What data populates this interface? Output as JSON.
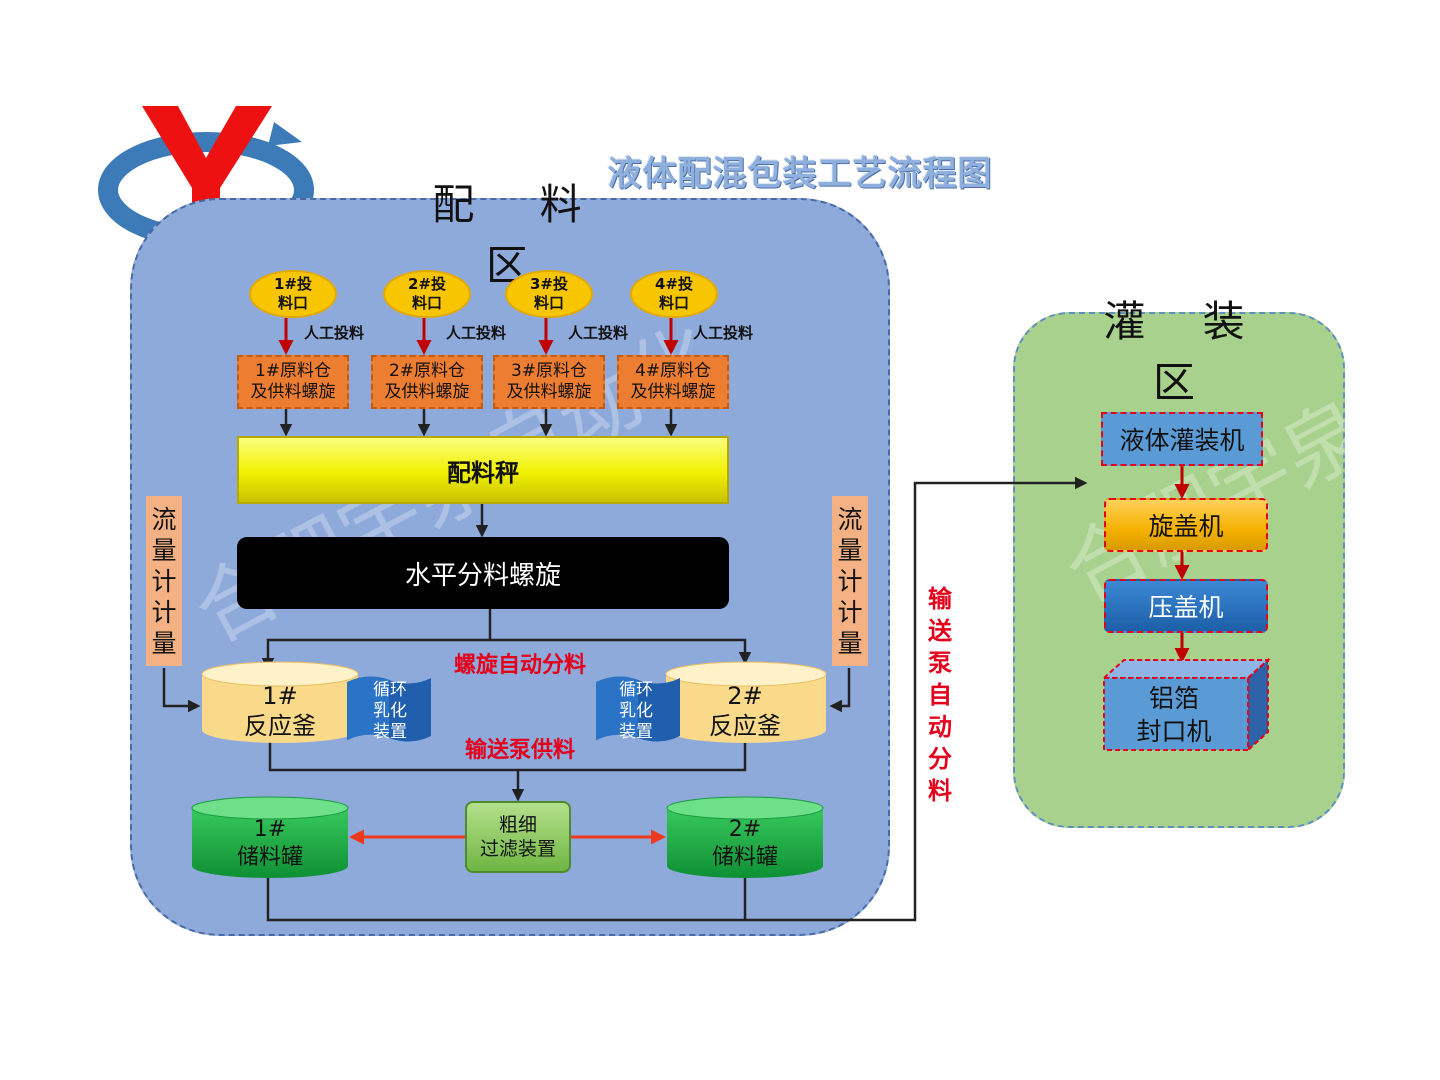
{
  "title": "液体配混包装工艺流程图",
  "watermark": "合肥宇泉自动化",
  "zones": {
    "peiliao": "配 料 区",
    "guanzhuang": "灌 装 区"
  },
  "feed_ports": [
    "1#投\n料口",
    "2#投\n料口",
    "3#投\n料口",
    "4#投\n料口"
  ],
  "manual_label": "人工投料",
  "silos": [
    "1#原料仓\n及供料螺旋",
    "2#原料仓\n及供料螺旋",
    "3#原料仓\n及供料螺旋",
    "4#原料仓\n及供料螺旋"
  ],
  "scale": "配料秤",
  "splitter": "水平分料螺旋",
  "flowmeter": "流\n量\n计\n计\n量",
  "auto_distribution": "螺旋自动分料",
  "reactors": [
    "1#\n反应釜",
    "2#\n反应釜"
  ],
  "emulsifier": "循环\n乳化\n装置",
  "pump_feed": "输送泵供料",
  "tanks": [
    "1#\n储料罐",
    "2#\n储料罐"
  ],
  "filter": "粗细\n过滤装置",
  "pump_auto": "输\n送\n泵\n自\n动\n分\n料",
  "filling": {
    "filler": "液体灌装机",
    "capper": "旋盖机",
    "presser": "压盖机",
    "sealer": "铝箔\n封口机"
  },
  "colors": {
    "zone_peiliao": "#8eaadb",
    "zone_guanzhuang": "#a9d18e",
    "arrow_red": "#c00000",
    "text_red": "#e4001b"
  }
}
